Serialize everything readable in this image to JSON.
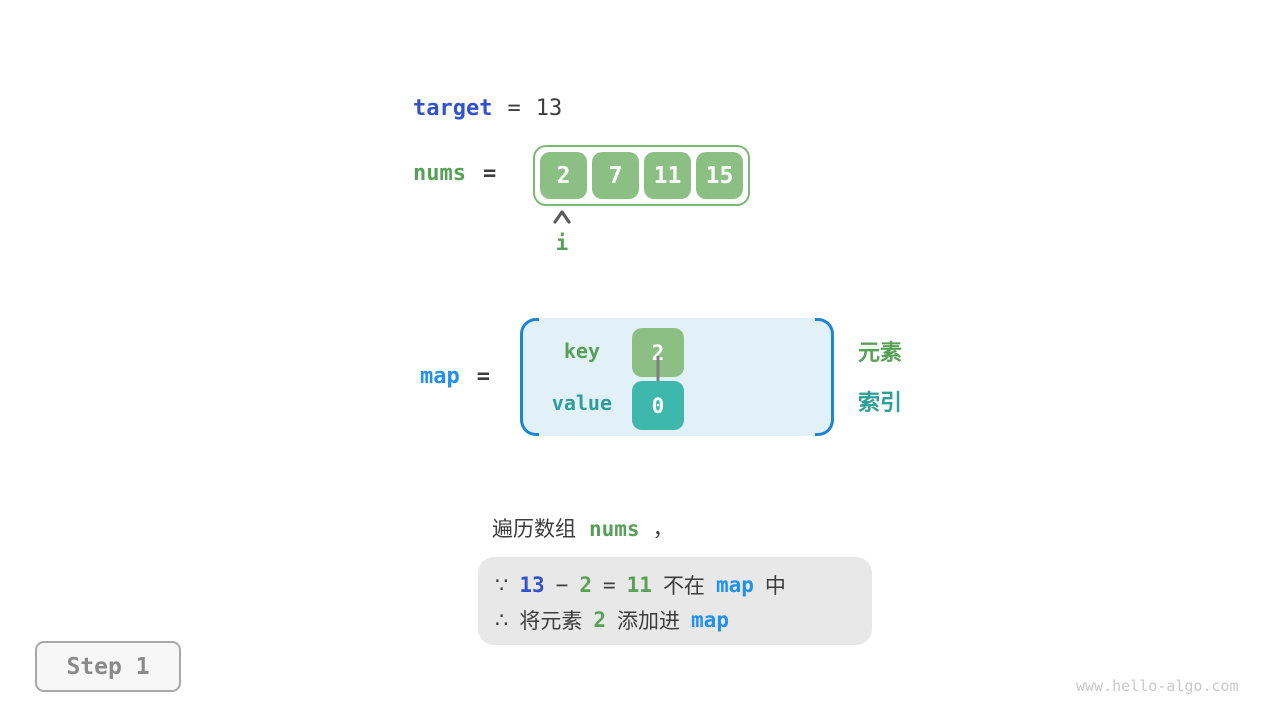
{
  "colors": {
    "indigo_code": "#3252cc",
    "bright_blue_code": "#2191ec",
    "green_code": "#57a156",
    "teal_code": "#2f9e96",
    "green_cell_fill": "#8bbf83",
    "teal_cell_fill": "#3eb8ac",
    "map_panel_fill": "#e2f0f8",
    "map_panel_border": "#1f85d2",
    "reason_box_fill": "#e8e8e8"
  },
  "target_row": {
    "name": "target",
    "equals": "=",
    "value": "13"
  },
  "nums_row": {
    "name": "nums",
    "equals": "=",
    "values": [
      "2",
      "7",
      "11",
      "15"
    ],
    "pointer_label": "i"
  },
  "map_row": {
    "name": "map",
    "equals": "=",
    "key_label": "key",
    "key_value": "2",
    "value_label": "value",
    "value_value": "0",
    "element_label": "元素",
    "index_label": "索引"
  },
  "caption": {
    "text": "遍历数组",
    "code": "nums",
    "comma": "，"
  },
  "reason": {
    "line1": [
      "∵",
      "13",
      "−",
      "2",
      "=",
      "11",
      "不在",
      "map",
      "中"
    ],
    "line2": [
      "∴",
      "将元素",
      "2",
      "添加进",
      "map"
    ]
  },
  "step_badge": "Step 1",
  "watermark": "www.hello-algo.com"
}
